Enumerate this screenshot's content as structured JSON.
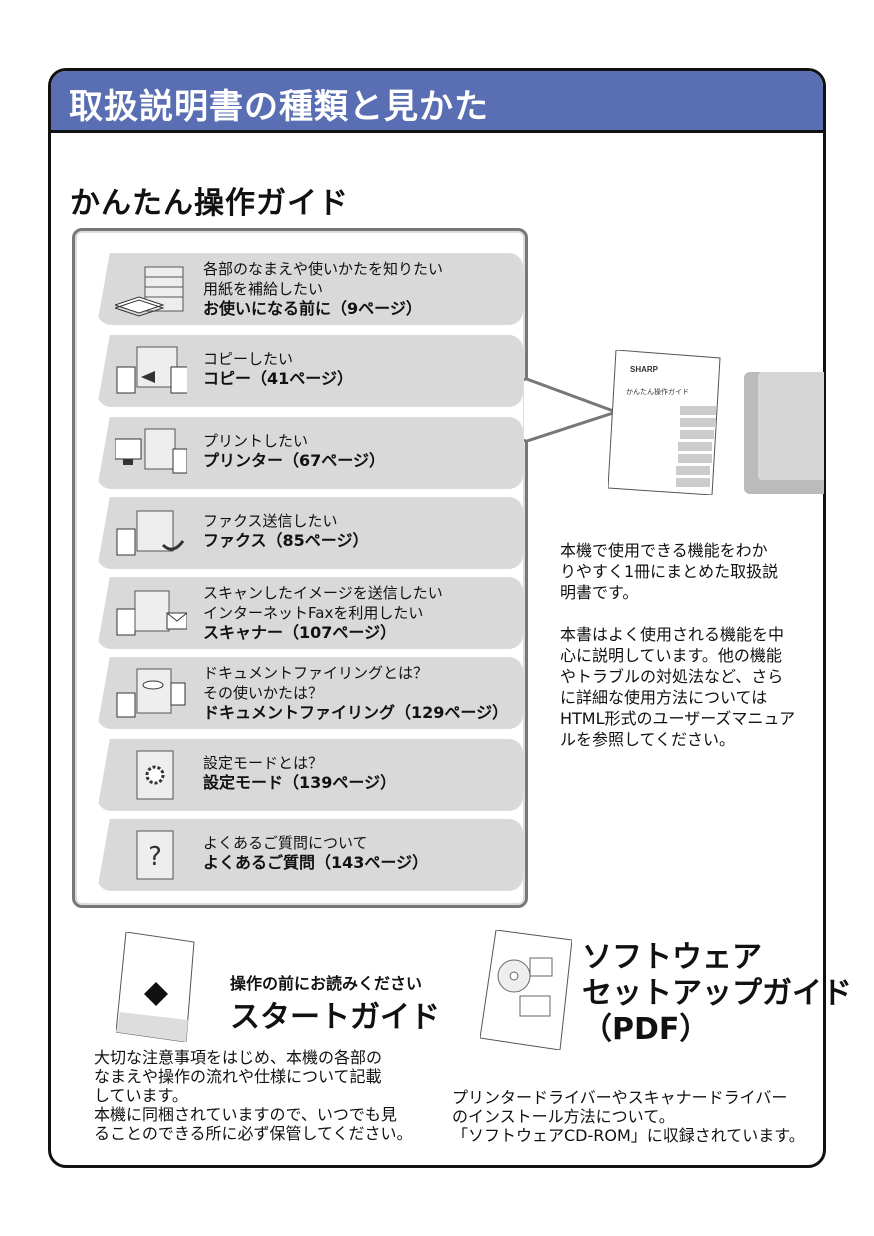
{
  "header": {
    "title": "取扱説明書の種類と見かた"
  },
  "section_title": "かんたん操作ガイド",
  "menu_items": [
    {
      "line1": "各部のなまえや使いかたを知りたい",
      "line2": "用紙を補給したい",
      "bold": "お使いになる前に（9ページ）"
    },
    {
      "line1": "コピーしたい",
      "line2": "",
      "bold": "コピー（41ページ）"
    },
    {
      "line1": "プリントしたい",
      "line2": "",
      "bold": "プリンター（67ページ）"
    },
    {
      "line1": "ファクス送信したい",
      "line2": "",
      "bold": "ファクス（85ページ）"
    },
    {
      "line1": "スキャンしたイメージを送信したい",
      "line2": "インターネットFaxを利用したい",
      "bold": "スキャナー（107ページ）"
    },
    {
      "line1": "ドキュメントファイリングとは？",
      "line2": "その使いかたは？",
      "bold": "ドキュメントファイリング（129ページ）"
    },
    {
      "line1": "設定モードとは？",
      "line2": "",
      "bold": "設定モード（139ページ）"
    },
    {
      "line1": "よくあるご質問について",
      "line2": "",
      "bold": "よくあるご質問（143ページ）"
    }
  ],
  "manual": {
    "brand": "SHARP",
    "cover_title": "かんたん操作ガイド"
  },
  "desc1": [
    "本機で使用できる機能をわか",
    "りやすく1冊にまとめた取扱説",
    "明書です。"
  ],
  "desc2": [
    "本書はよく使用される機能を中",
    "心に説明しています。他の機能",
    "やトラブルの対処法など、さら",
    "に詳細な使用方法については",
    "HTML形式のユーザーズマニュア",
    "ルを参照してください。"
  ],
  "start_guide": {
    "subtitle": "操作の前にお読みください",
    "title": "スタートガイド",
    "desc": [
      "大切な注意事項をはじめ、本機の各部の",
      "なまえや操作の流れや仕様について記載",
      "しています。",
      "本機に同梱されていますので、いつでも見",
      "ることのできる所に必ず保管してください。"
    ]
  },
  "software_guide": {
    "title": [
      "ソフトウェア",
      "セットアップガイド",
      "（PDF）"
    ],
    "desc": [
      "プリンタードライバーやスキャナードライバー",
      "のインストール方法について。",
      "「ソフトウェアCD-ROM」に収録されています。"
    ]
  }
}
